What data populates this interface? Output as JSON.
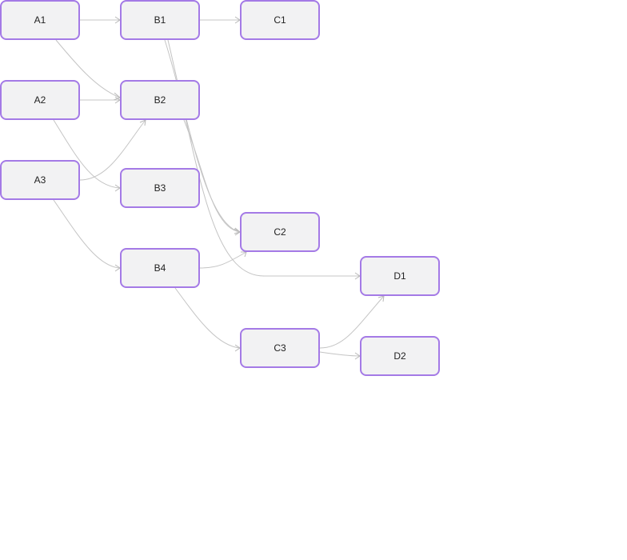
{
  "nodes": [
    {
      "id": "A1",
      "label": "A1"
    },
    {
      "id": "A2",
      "label": "A2"
    },
    {
      "id": "A3",
      "label": "A3"
    },
    {
      "id": "B1",
      "label": "B1"
    },
    {
      "id": "B2",
      "label": "B2"
    },
    {
      "id": "B3",
      "label": "B3"
    },
    {
      "id": "B4",
      "label": "B4"
    },
    {
      "id": "C1",
      "label": "C1"
    },
    {
      "id": "C2",
      "label": "C2"
    },
    {
      "id": "C3",
      "label": "C3"
    },
    {
      "id": "D1",
      "label": "D1"
    },
    {
      "id": "D2",
      "label": "D2"
    }
  ],
  "edges": [
    {
      "from": "A1",
      "to": "B1"
    },
    {
      "from": "A1",
      "to": "B2"
    },
    {
      "from": "A2",
      "to": "B2"
    },
    {
      "from": "A2",
      "to": "B3"
    },
    {
      "from": "A3",
      "to": "B2"
    },
    {
      "from": "A3",
      "to": "B4"
    },
    {
      "from": "B1",
      "to": "C1"
    },
    {
      "from": "B1",
      "to": "C2"
    },
    {
      "from": "B1",
      "to": "D1"
    },
    {
      "from": "B2",
      "to": "C2"
    },
    {
      "from": "B4",
      "to": "C2"
    },
    {
      "from": "B4",
      "to": "C3"
    },
    {
      "from": "C3",
      "to": "D1"
    },
    {
      "from": "C3",
      "to": "D2"
    }
  ],
  "colors": {
    "node_border": "#a47ae6",
    "node_fill": "#f2f2f3",
    "edge": "#c4c4c4"
  }
}
